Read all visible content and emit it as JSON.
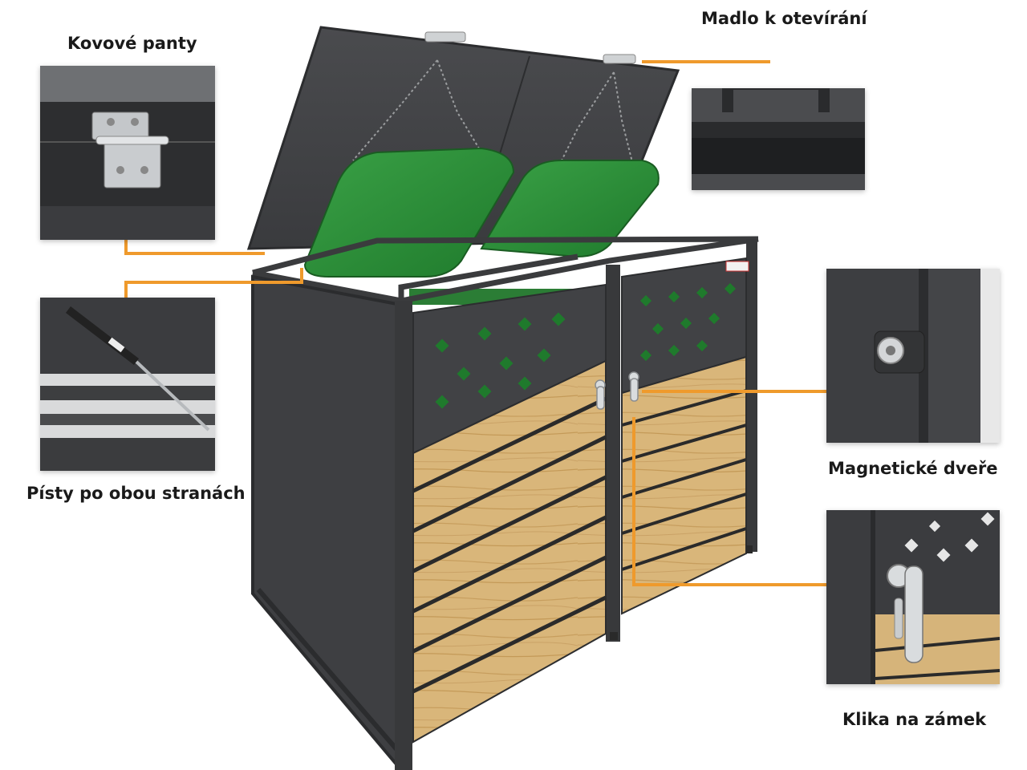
{
  "callouts": {
    "hinges": "Kovové panty",
    "handle": "Madlo k otevírání",
    "pistons": "Písty po obou stranách",
    "magnetic": "Magnetické dveře",
    "lock": "Klika na zámek"
  },
  "colors": {
    "frame": "#3d3e40",
    "frame_dark": "#2e2f31",
    "wood": "#d6b47a",
    "wood_dark": "#b88f4f",
    "bin_green": "#2e8b3a",
    "accent_line": "#ef9a2c"
  },
  "icons": {
    "hinge": "hinge-icon",
    "handle": "handle-icon",
    "piston": "gas-piston-icon",
    "magnet_lock": "cylinder-lock-icon",
    "lever_lock": "lever-lock-icon"
  }
}
